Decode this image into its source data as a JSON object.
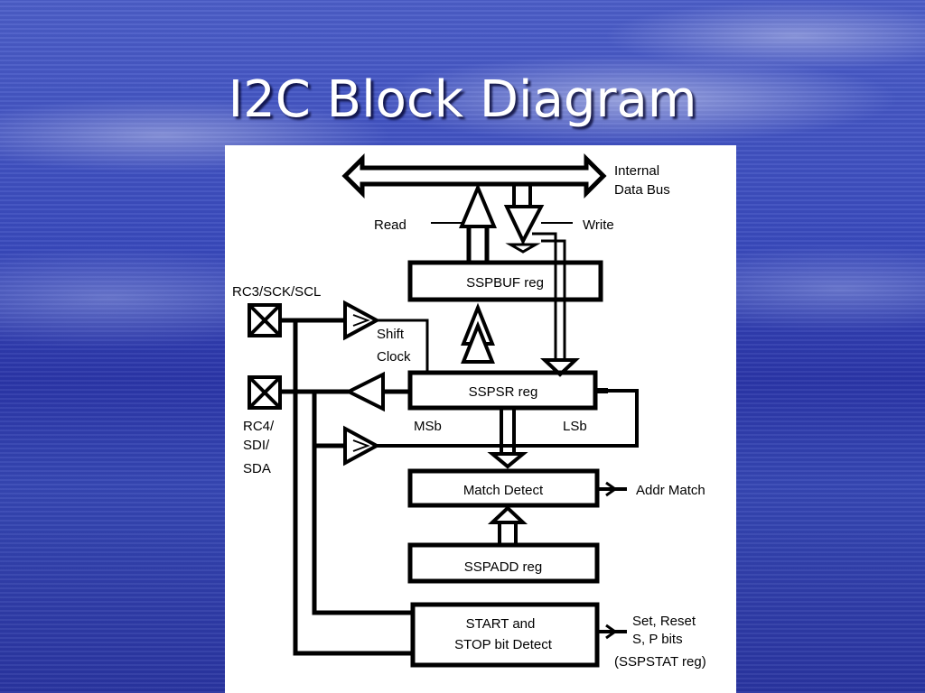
{
  "slide": {
    "title": "I2C Block Diagram"
  },
  "diagram": {
    "blocks": {
      "sspbuf": "SSPBUF reg",
      "sspsr": "SSPSR reg",
      "match_detect": "Match Detect",
      "sspadd": "SSPADD reg",
      "start_stop_line1": "START and",
      "start_stop_line2": "STOP bit Detect"
    },
    "labels": {
      "internal_data_bus_line1": "Internal",
      "internal_data_bus_line2": "Data Bus",
      "read": "Read",
      "write": "Write",
      "pin_scl": "RC3/SCK/SCL",
      "shift_clock_line1": "Shift",
      "shift_clock_line2": "Clock",
      "pin_sda_line1": "RC4/",
      "pin_sda_line2": "SDI/",
      "pin_sda_line3": "SDA",
      "msb": "MSb",
      "lsb": "LSb",
      "addr_match": "Addr Match",
      "status_line1": "Set, Reset",
      "status_line2": "S, P bits",
      "status_line3": "(SSPSTAT reg)"
    }
  }
}
